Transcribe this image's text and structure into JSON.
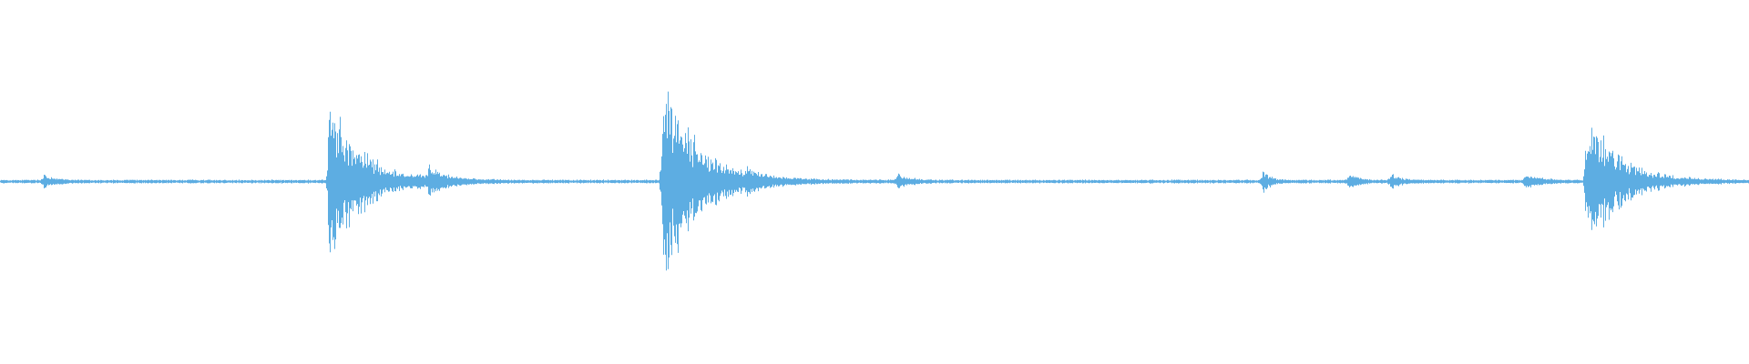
{
  "waveform": {
    "color": "#5dade2",
    "background": "#ffffff",
    "baseline_level": 0.0,
    "peak_scale": 1.0,
    "bursts": [
      {
        "position": 0.025,
        "amplitude": 0.06,
        "decay": 0.006
      },
      {
        "position": 0.188,
        "amplitude": 0.62,
        "decay": 0.02
      },
      {
        "position": 0.245,
        "amplitude": 0.1,
        "decay": 0.008
      },
      {
        "position": 0.379,
        "amplitude": 0.8,
        "decay": 0.02
      },
      {
        "position": 0.427,
        "amplitude": 0.06,
        "decay": 0.006
      },
      {
        "position": 0.513,
        "amplitude": 0.06,
        "decay": 0.006
      },
      {
        "position": 0.722,
        "amplitude": 0.09,
        "decay": 0.004
      },
      {
        "position": 0.771,
        "amplitude": 0.05,
        "decay": 0.006
      },
      {
        "position": 0.795,
        "amplitude": 0.05,
        "decay": 0.006
      },
      {
        "position": 0.872,
        "amplitude": 0.07,
        "decay": 0.008
      },
      {
        "position": 0.907,
        "amplitude": 0.58,
        "decay": 0.018
      }
    ],
    "noise_floor": 0.008
  }
}
